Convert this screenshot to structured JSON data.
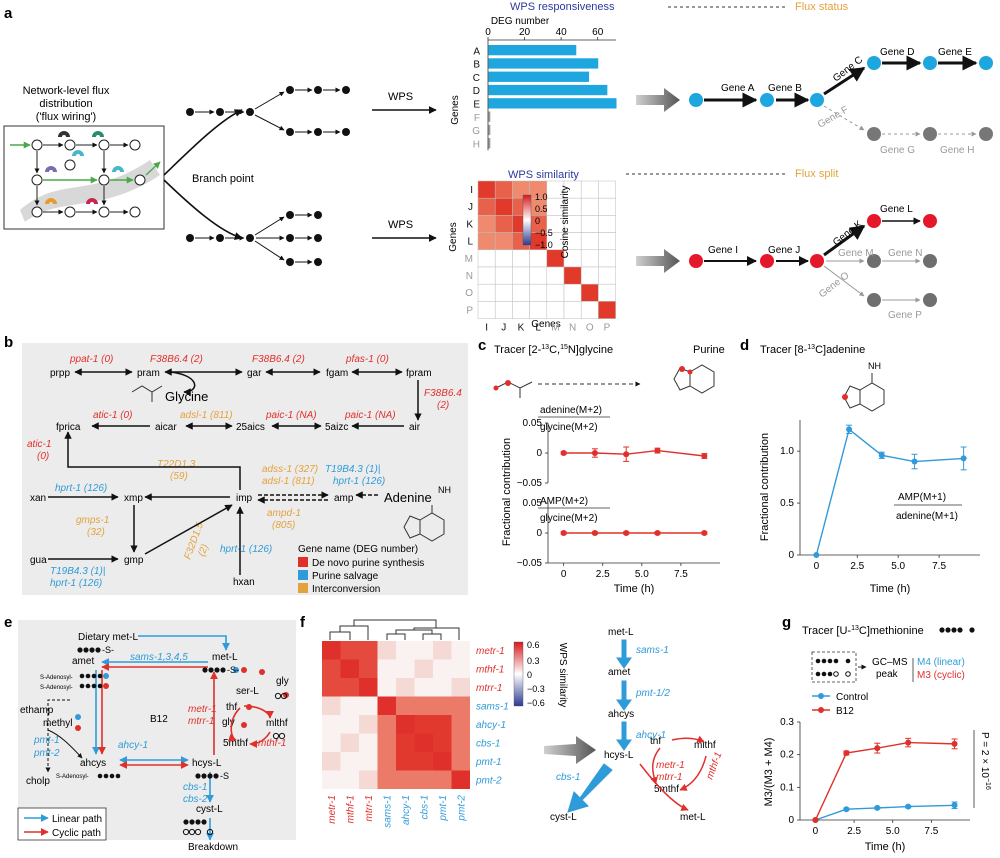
{
  "panel_a": {
    "label": "a",
    "network_caption": [
      "Network-level flux",
      "distribution",
      "('flux wiring')"
    ],
    "branch_point": "Branch point",
    "wps": "WPS",
    "responsiveness_title": "WPS responsiveness",
    "flux_status": "Flux status",
    "similarity_title": "WPS similarity",
    "flux_split": "Flux split",
    "deg_axis_title": "DEG number",
    "genes_axis": "Genes",
    "cos_sim_label": "Cosine similarity",
    "cos_ticks": [
      "1.0",
      "0.5",
      "0",
      "−0.5",
      "−1.0"
    ],
    "path_top": {
      "genes": [
        "Gene A",
        "Gene B",
        "Gene C",
        "Gene D",
        "Gene E",
        "Gene F",
        "Gene G",
        "Gene H"
      ]
    },
    "path_bottom": {
      "genes": [
        "Gene I",
        "Gene J",
        "Gene K",
        "Gene L",
        "Gene M",
        "Gene N",
        "Gene O",
        "Gene P"
      ]
    }
  },
  "chart_data": [
    {
      "type": "bar",
      "panel": "a",
      "title": "DEG number",
      "ylabel": "Genes",
      "categories": [
        "A",
        "B",
        "C",
        "D",
        "E",
        "F",
        "G",
        "H"
      ],
      "values": [
        48,
        60,
        55,
        65,
        70,
        1,
        1,
        1
      ],
      "xlim": [
        0,
        70
      ],
      "xticks": [
        0,
        20,
        40,
        60
      ]
    },
    {
      "type": "heatmap",
      "panel": "a",
      "title": "WPS similarity",
      "categories": [
        "I",
        "J",
        "K",
        "L",
        "M",
        "N",
        "O",
        "P"
      ],
      "xlabel": "Genes",
      "ylabel": "Genes",
      "active_block": [
        "I",
        "J",
        "K",
        "L"
      ],
      "colorbar_label": "Cosine similarity",
      "colorbar_range": [
        -1.0,
        1.0
      ]
    },
    {
      "type": "line",
      "panel": "c",
      "title": "Tracer [2-13C,15N]glycine",
      "ylabel": "Fractional contribution",
      "xlabel": "Time (h)",
      "subplots": [
        {
          "name": "adenine(M+2) / glycine(M+2)",
          "x": [
            0,
            2,
            4,
            6,
            9
          ],
          "y": [
            0.0,
            0.0,
            -0.002,
            0.004,
            -0.005
          ],
          "err": [
            0.002,
            0.007,
            0.012,
            0.004,
            0.004
          ],
          "ylim": [
            -0.05,
            0.05
          ],
          "yticks": [
            "0.05",
            "0",
            "−0.05"
          ]
        },
        {
          "name": "AMP(M+2) / glycine(M+2)",
          "x": [
            0,
            2,
            4,
            6,
            9
          ],
          "y": [
            0.0,
            0.0,
            0.0,
            0.0,
            0.0
          ],
          "err": [
            0.002,
            0.002,
            0.002,
            0.002,
            0.002
          ],
          "ylim": [
            -0.05,
            0.05
          ],
          "yticks": [
            "0.05",
            "0",
            "−0.05"
          ]
        }
      ],
      "xticks": [
        "0",
        "2.5",
        "5.0",
        "7.5"
      ],
      "color": "#e0302b"
    },
    {
      "type": "line",
      "panel": "d",
      "title": "Tracer [8-13C]adenine",
      "ylabel": "Fractional contribution",
      "xlabel": "Time (h)",
      "series": [
        {
          "name": "AMP(M+1) / adenine(M+1)",
          "x": [
            0,
            2,
            4,
            6,
            9
          ],
          "y": [
            0.0,
            1.21,
            0.96,
            0.9,
            0.93
          ],
          "err": [
            0.0,
            0.04,
            0.03,
            0.07,
            0.11
          ]
        }
      ],
      "ylim": [
        0,
        1.3
      ],
      "yticks": [
        "0",
        "0.5",
        "1.0"
      ],
      "xticks": [
        "0",
        "2.5",
        "5.0",
        "7.5"
      ],
      "color": "#2f9bd9"
    },
    {
      "type": "heatmap",
      "panel": "f",
      "ylabel": "WPS similarity",
      "genes": [
        "metr-1",
        "mthf-1",
        "mtrr-1",
        "sams-1",
        "ahcy-1",
        "cbs-1",
        "pmt-1",
        "pmt-2"
      ],
      "groups": [
        [
          0,
          1,
          2
        ],
        [
          3,
          4,
          5,
          6,
          7
        ]
      ],
      "colorbar_range": [
        -0.6,
        0.6
      ],
      "colorbar_ticks": [
        "0.6",
        "0.3",
        "0",
        "−0.3",
        "−0.6"
      ]
    },
    {
      "type": "line",
      "panel": "g",
      "title": "Tracer [U-13C]methionine",
      "ylabel": "M3/(M3 + M4)",
      "xlabel": "Time (h)",
      "series": [
        {
          "name": "Control",
          "x": [
            0,
            2,
            4,
            6,
            9
          ],
          "y": [
            0.0,
            0.033,
            0.037,
            0.041,
            0.045
          ],
          "err": [
            0.002,
            0.003,
            0.003,
            0.003,
            0.01
          ],
          "color": "#2f9bd9"
        },
        {
          "name": "B12",
          "x": [
            0,
            2,
            4,
            6,
            9
          ],
          "y": [
            0.0,
            0.205,
            0.22,
            0.237,
            0.233
          ],
          "err": [
            0.002,
            0.006,
            0.015,
            0.013,
            0.015
          ],
          "color": "#e0302b"
        }
      ],
      "ylim": [
        0,
        0.3
      ],
      "yticks": [
        "0",
        "0.1",
        "0.2",
        "0.3"
      ],
      "xticks": [
        "0",
        "2.5",
        "5.0",
        "7.5"
      ],
      "p_value": "P = 2 × 10",
      "p_exp": "−16"
    }
  ],
  "panel_b": {
    "label": "b",
    "metabolites": [
      "prpp",
      "pram",
      "gar",
      "fgam",
      "fpram",
      "fprica",
      "aicar",
      "25aics",
      "5aizc",
      "air",
      "xan",
      "xmp",
      "imp",
      "amp",
      "gua",
      "gmp",
      "hxan",
      "Glycine",
      "Adenine"
    ],
    "genes_red": [
      "ppat-1 (0)",
      "F38B6.4 (2)",
      "F38B6.4 (2)",
      "pfas-1 (0)",
      "F38B6.4",
      "(2)",
      "atic-1 (0)",
      "paic-1 (NA)",
      "paic-1 (NA)",
      "atic-1",
      "(0)"
    ],
    "genes_orange": [
      "adsl-1 (811)",
      "T22D1.3",
      "(59)",
      "adss-1 (327)",
      "adsl-1 (811)",
      "ampd-1",
      "(805)",
      "gmps-1",
      "(32)",
      "F32D1.5",
      "(2)"
    ],
    "genes_blue": [
      "hprt-1 (126)",
      "T19B4.3 (1)|",
      "hprt-1 (126)",
      "T19B4.3 (1)|",
      "hprt-1 (126)",
      "hprt-1 (126)"
    ],
    "legend_title": "Gene name (DEG number)",
    "legend": [
      "De novo purine synthesis",
      "Purine salvage",
      "Interconversion"
    ],
    "colors": {
      "denovo": "#e0302b",
      "salvage": "#2f9bd9",
      "interconversion": "#e3a23c"
    }
  },
  "panel_c": {
    "label": "c",
    "tracer_pre": "Tracer [2-",
    "tracer_13": "13",
    "tracer_mid": "C,",
    "tracer_15": "15",
    "tracer_post": "N]glycine",
    "product": "Purine",
    "sub1_top": "adenine(M+2)",
    "sub1_bottom": "glycine(M+2)",
    "sub2_top": "AMP(M+2)",
    "sub2_bottom": "glycine(M+2)"
  },
  "panel_d": {
    "label": "d",
    "tracer_pre": "Tracer [8-",
    "tracer_13": "13",
    "tracer_post": "C]adenine",
    "nh2": "NH",
    "ratio_top": "AMP(M+1)",
    "ratio_bottom": "adenine(M+1)"
  },
  "panel_e": {
    "label": "e",
    "metabolites": [
      "Dietary met-L",
      "met-L",
      "amet",
      "ethamp",
      "methyl",
      "cholp",
      "ahcys",
      "hcys-L",
      "B12",
      "ser-L",
      "gly",
      "thf",
      "gly",
      "mlthf",
      "5mthf",
      "cyst-L",
      "Breakdown"
    ],
    "genes_blue": [
      "sams-1,3,4,5",
      "pmt-1",
      "pmt-2",
      "ahcy-1",
      "cbs-1",
      "cbs-2"
    ],
    "genes_red": [
      "metr-1",
      "mtrr-1",
      "mthf-1"
    ],
    "adenosyl": "S-Adenosyl-",
    "legend": [
      "Linear path",
      "Cyclic path"
    ]
  },
  "panel_f": {
    "label": "f",
    "pathway_metabolites": [
      "met-L",
      "amet",
      "ahcys",
      "hcys-L",
      "cyst-L",
      "met-L",
      "thf",
      "mlthf",
      "5mthf"
    ],
    "pathway_genes_blue": [
      "sams-1",
      "pmt-1/2",
      "ahcy-1",
      "cbs-1"
    ],
    "pathway_genes_red": [
      "metr-1",
      "mtrr-1",
      "mthf-1"
    ]
  },
  "panel_g": {
    "label": "g",
    "tracer_pre": "Tracer [U-",
    "tracer_13": "13",
    "tracer_post": "C]methionine",
    "gcms_peak": [
      "GC–MS",
      "peak"
    ],
    "m4": "M4 (linear)",
    "m3": "M3 (cyclic)"
  }
}
